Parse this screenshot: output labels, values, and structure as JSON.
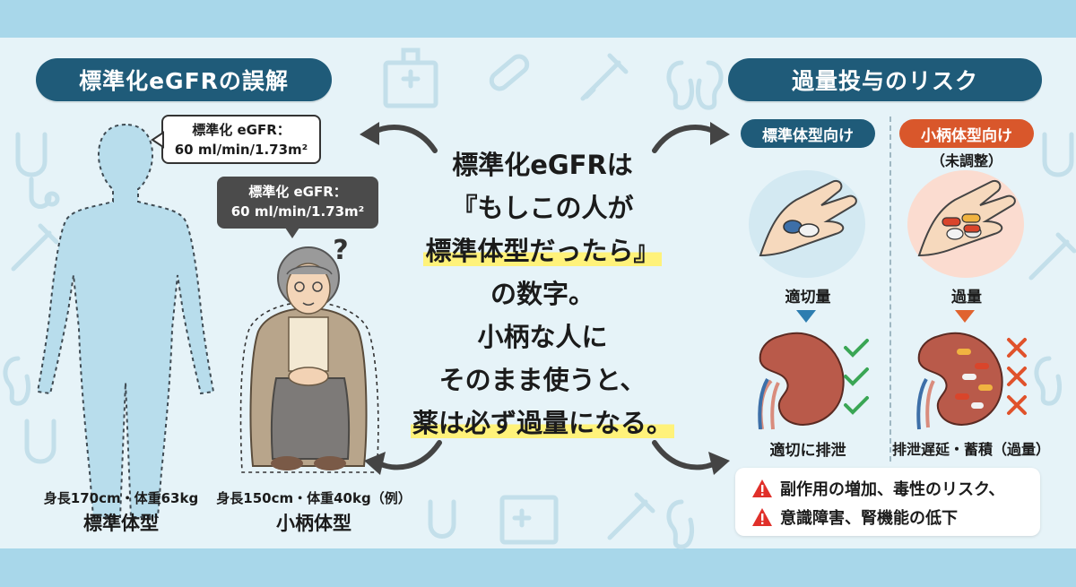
{
  "left_panel": {
    "title": "標準化eGFRの誤解",
    "bubble_standard": {
      "line1": "標準化 eGFR：",
      "line2": "60 ml/min/1.73m²"
    },
    "bubble_small": {
      "line1": "標準化 eGFR：",
      "line2": "60 ml/min/1.73m²"
    },
    "question_mark": "?",
    "standard_person": {
      "stats": "身長170cm・体重63kg",
      "label": "標準体型"
    },
    "small_person": {
      "stats": "身長150cm・体重40kg（例）",
      "label": "小柄体型"
    }
  },
  "center_message": {
    "lines": [
      {
        "text": "標準化eGFRは",
        "highlight": false
      },
      {
        "text": "『もしこの人が",
        "highlight": false
      },
      {
        "text": "標準体型だったら』",
        "highlight": true
      },
      {
        "text": "の数字。",
        "highlight": false
      },
      {
        "text": "小柄な人に",
        "highlight": false
      },
      {
        "text": "そのまま使うと、",
        "highlight": false
      },
      {
        "text": "薬は必ず過量になる。",
        "highlight": true
      }
    ]
  },
  "right_panel": {
    "title": "過量投与のリスク",
    "standard_col": {
      "header": "標準体型向け",
      "dose_label": "適切量",
      "result_label": "適切に排泄",
      "marks": [
        "check",
        "check",
        "check"
      ]
    },
    "small_col": {
      "header": "小柄体型向け",
      "subheader": "（未調整）",
      "dose_label": "過量",
      "result_label": "排泄遅延・蓄積（過量）",
      "marks": [
        "cross",
        "cross",
        "cross"
      ]
    },
    "warnings": [
      "副作用の増加、毒性のリスク、",
      "意識障害、腎機能の低下"
    ]
  },
  "colors": {
    "navy": "#1f5b79",
    "std_header": "#1f5b79",
    "small_header": "#d9572b",
    "check": "#3aa655",
    "cross": "#e0522b",
    "warning": "#e0302a",
    "highlight": "#fff27a"
  }
}
